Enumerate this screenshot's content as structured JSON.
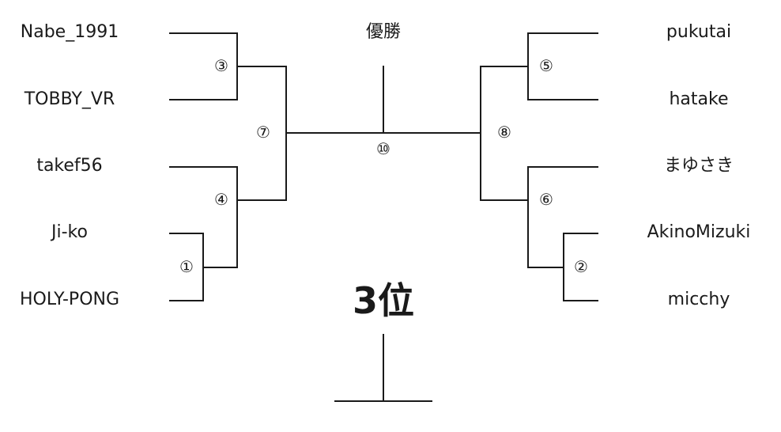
{
  "left_players": [
    "Nabe_1991",
    "TOBBY_VR",
    "takef56",
    "Ji-ko",
    "HOLY-PONG"
  ],
  "right_players": [
    "pukutai",
    "hatake",
    "まゆさき",
    "AkinoMizuki",
    "micchy"
  ],
  "matches": {
    "m1": "①",
    "m2": "②",
    "m3": "③",
    "m4": "④",
    "m5": "⑤",
    "m6": "⑥",
    "m7": "⑦",
    "m8": "⑧",
    "m10": "⑩"
  },
  "champion_label": "優勝",
  "third_place_label": "3位",
  "colors": {
    "line": "#1a1a1a",
    "text": "#1a1a1a",
    "background": "#ffffff"
  }
}
